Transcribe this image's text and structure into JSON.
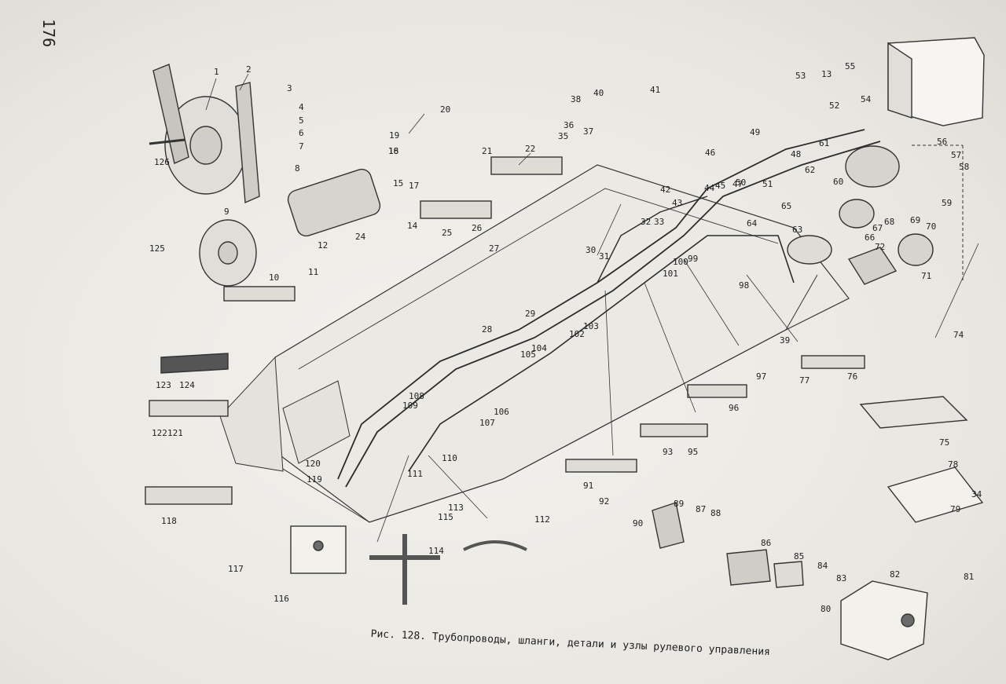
{
  "page": {
    "number": "176"
  },
  "caption": "Рис. 128. Трубопроводы, шланги, детали и узлы рулевого управления",
  "labels": [
    "1",
    "2",
    "3",
    "4",
    "5",
    "6",
    "7",
    "8",
    "9",
    "10",
    "11",
    "12",
    "13",
    "14",
    "15",
    "16",
    "17",
    "18",
    "19",
    "20",
    "21",
    "22",
    "24",
    "25",
    "26",
    "27",
    "28",
    "29",
    "30",
    "31",
    "32",
    "33",
    "34",
    "35",
    "36",
    "37",
    "38",
    "39",
    "40",
    "41",
    "42",
    "43",
    "44",
    "45",
    "46",
    "47",
    "48",
    "49",
    "50",
    "51",
    "52",
    "53",
    "54",
    "55",
    "56",
    "57",
    "58",
    "59",
    "60",
    "61",
    "62",
    "63",
    "64",
    "65",
    "66",
    "67",
    "68",
    "69",
    "70",
    "71",
    "72",
    "74",
    "75",
    "76",
    "77",
    "78",
    "79",
    "80",
    "81",
    "82",
    "83",
    "84",
    "85",
    "86",
    "87",
    "88",
    "89",
    "90",
    "91",
    "92",
    "93",
    "95",
    "96",
    "97",
    "98",
    "99",
    "100",
    "101",
    "102",
    "103",
    "104",
    "105",
    "106",
    "107",
    "108",
    "109",
    "110",
    "111",
    "112",
    "113",
    "114",
    "115",
    "116",
    "117",
    "118",
    "119",
    "120",
    "121",
    "122",
    "123",
    "124",
    "125",
    "126"
  ]
}
